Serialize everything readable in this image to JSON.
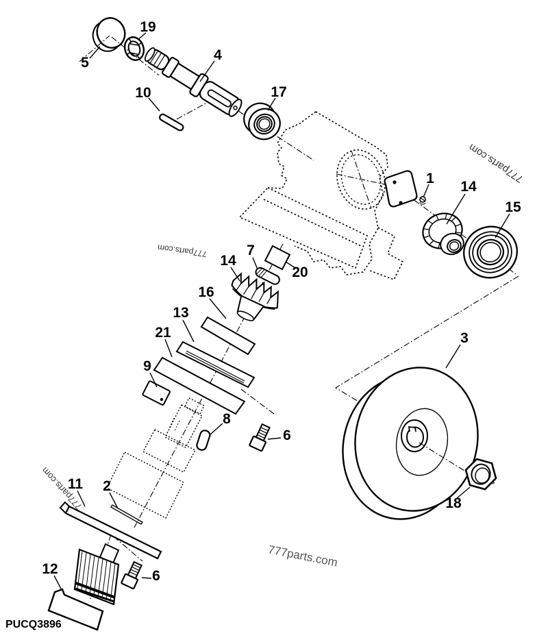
{
  "diagram_code": "PUCQ3896",
  "watermarks": {
    "top_right": "777parts.com",
    "mid_left": "777parts.com",
    "bottom_left": "777parts.com",
    "bottom_center": "777parts.com"
  },
  "part_labels": [
    {
      "num": "5"
    },
    {
      "num": "19"
    },
    {
      "num": "4"
    },
    {
      "num": "10"
    },
    {
      "num": "17"
    },
    {
      "num": "1"
    },
    {
      "num": "14"
    },
    {
      "num": "15"
    },
    {
      "num": "7"
    },
    {
      "num": "14"
    },
    {
      "num": "20"
    },
    {
      "num": "16"
    },
    {
      "num": "13"
    },
    {
      "num": "21"
    },
    {
      "num": "9"
    },
    {
      "num": "8"
    },
    {
      "num": "6"
    },
    {
      "num": "3"
    },
    {
      "num": "18"
    },
    {
      "num": "2"
    },
    {
      "num": "11"
    },
    {
      "num": "12"
    },
    {
      "num": "6"
    }
  ],
  "line_color": "#000000",
  "background": "#ffffff"
}
